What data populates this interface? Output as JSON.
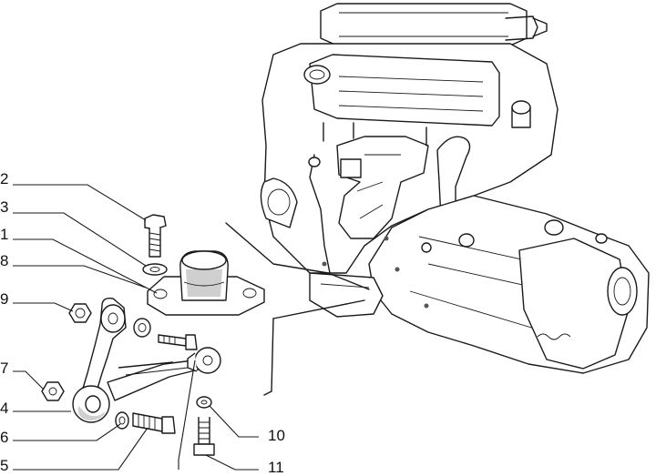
{
  "diagram": {
    "callouts": [
      {
        "id": "c2",
        "label": "2"
      },
      {
        "id": "c3",
        "label": "3"
      },
      {
        "id": "c1",
        "label": "1"
      },
      {
        "id": "c8",
        "label": "8"
      },
      {
        "id": "c9",
        "label": "9"
      },
      {
        "id": "c7",
        "label": "7"
      },
      {
        "id": "c4",
        "label": "4"
      },
      {
        "id": "c6",
        "label": "6"
      },
      {
        "id": "c5",
        "label": "5"
      },
      {
        "id": "c10",
        "label": "10"
      },
      {
        "id": "c11",
        "label": "11"
      }
    ]
  }
}
